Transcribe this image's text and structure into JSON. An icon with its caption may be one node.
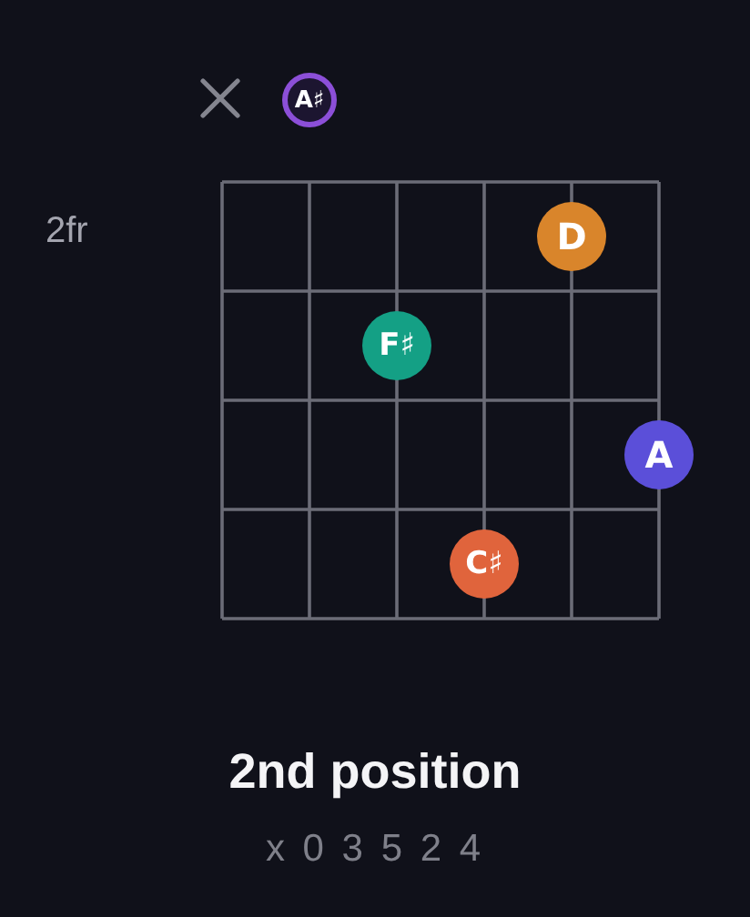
{
  "diagram": {
    "title": "2nd position",
    "nodes": [
      {
        "text": [
          "A♯"
        ]
      },
      {
        "text": [
          "D"
        ]
      },
      {
        "text": [
          "F♯"
        ]
      },
      {
        "text": [
          "A"
        ]
      },
      {
        "text": [
          "C♯"
        ]
      }
    ],
    "labels": [
      "2fr",
      "x 0 3 5 2 4"
    ]
  }
}
